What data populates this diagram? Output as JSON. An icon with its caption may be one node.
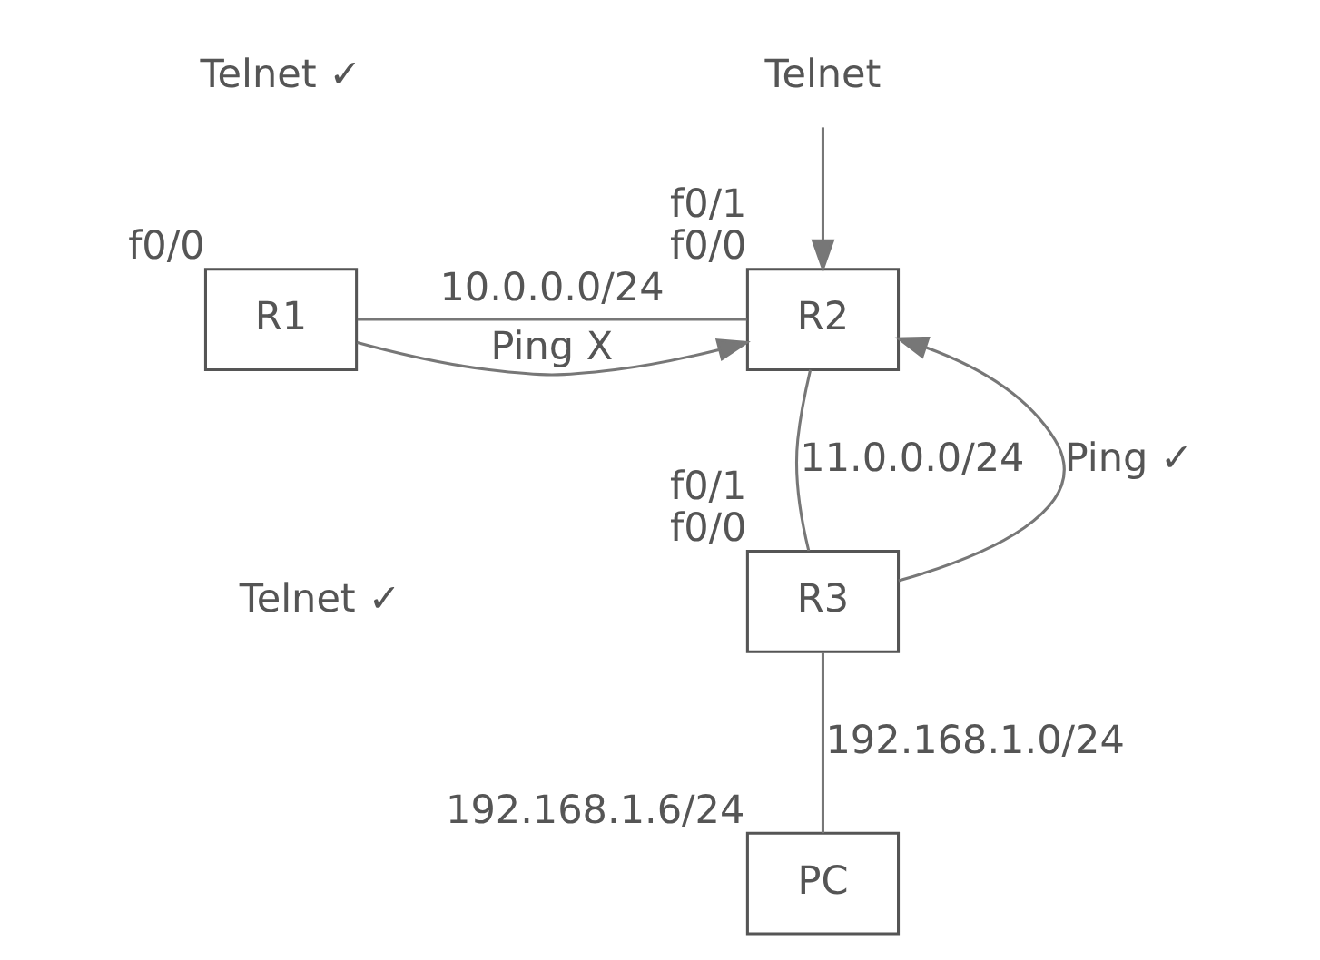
{
  "diagram": {
    "nodes": [
      {
        "text": [
          "Telnet"
        ]
      },
      {
        "text": [
          "R1"
        ],
        "beside": [
          "f0/0"
        ]
      },
      {
        "text": [
          "R2"
        ],
        "beside": [
          "f0/1",
          "f0/0"
        ]
      },
      {
        "text": [
          "R3"
        ],
        "beside": [
          "f0/1",
          "f0/0"
        ]
      },
      {
        "text": [
          "PC"
        ],
        "beside": [
          "192.168.1.6/24"
        ]
      }
    ],
    "edges": [
      {
        "from": 1,
        "to": 2,
        "arrow": "none",
        "label": "10.0.0.0/24"
      },
      {
        "from": 2,
        "to": 3,
        "arrow": "none",
        "label": "11.0.0.0/24"
      },
      {
        "from": 3,
        "to": 4,
        "arrow": "none",
        "label": "192.168.1.0/24"
      },
      {
        "from": 1,
        "to": 2,
        "arrow": "to",
        "label": "Ping X"
      },
      {
        "from": 0,
        "to": 2,
        "arrow": "to"
      },
      {
        "from": 3,
        "to": 2,
        "arrow": "to",
        "label": "Ping ✓"
      }
    ],
    "labels": [
      "Telnet ✓",
      "Telnet ✓"
    ]
  }
}
